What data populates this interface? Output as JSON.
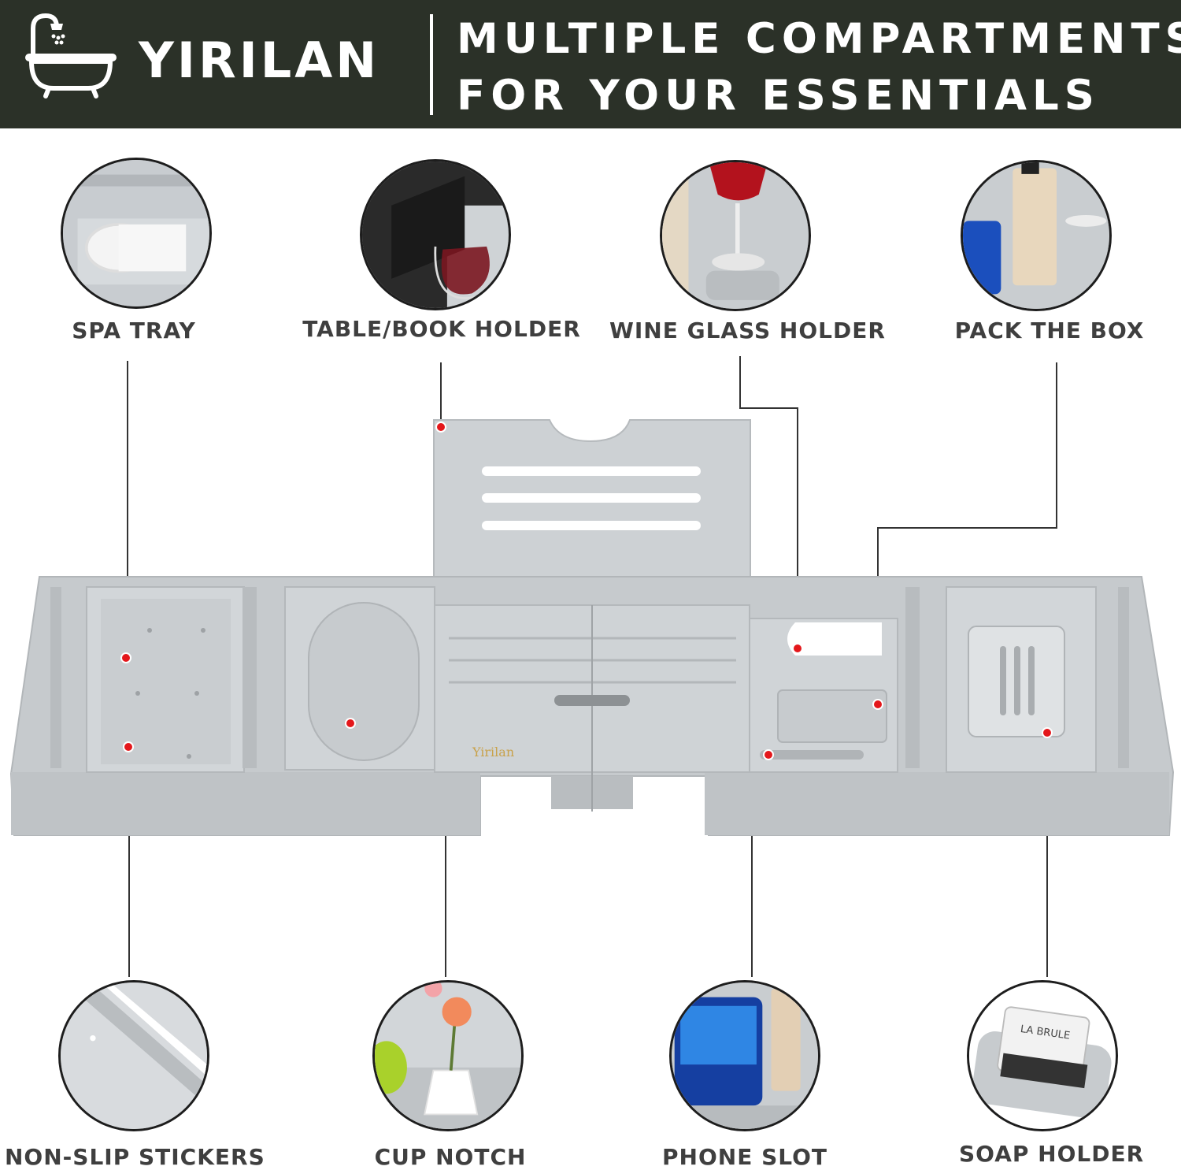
{
  "header": {
    "brand": "YIRILAN",
    "headline_line1": "MULTIPLE COMPARTMENTS",
    "headline_line2": "FOR YOUR ESSENTIALS"
  },
  "features_top": [
    {
      "label": "SPA TRAY",
      "icon": "rolled-towel-photo"
    },
    {
      "label": "TABLE/BOOK HOLDER",
      "icon": "book-wine-photo"
    },
    {
      "label": "WINE GLASS HOLDER",
      "icon": "wine-glass-photo"
    },
    {
      "label": "PACK THE BOX",
      "icon": "bottle-phone-photo"
    }
  ],
  "features_bottom": [
    {
      "label": "NON-SLIP STICKERS",
      "icon": "corner-sticker-photo"
    },
    {
      "label": "CUP NOTCH",
      "icon": "vase-flower-photo"
    },
    {
      "label": "PHONE SLOT",
      "icon": "phone-photo"
    },
    {
      "label": "SOAP HOLDER",
      "icon": "soap-photo"
    }
  ],
  "product": {
    "engraving": "Yirilan"
  },
  "colors": {
    "banner": "#2b3128",
    "tray": "#c9cdd0",
    "marker": "#e4171b",
    "label": "#3f3f3f"
  }
}
